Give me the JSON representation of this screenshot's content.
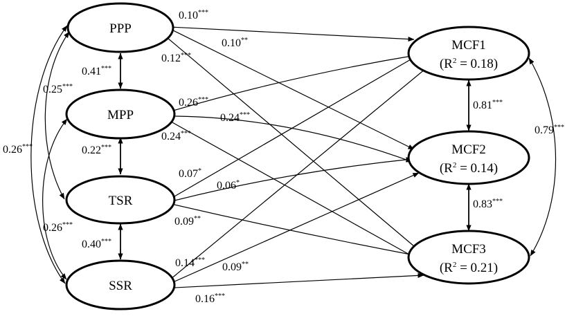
{
  "nodes": {
    "ppp": "PPP",
    "mpp": "MPP",
    "tsr": "TSR",
    "ssr": "SSR",
    "mcf1": {
      "label": "MCF1",
      "r2_prefix": "(R",
      "r2_sup": "2",
      "r2_suffix": " = 0.18)"
    },
    "mcf2": {
      "label": "MCF2",
      "r2_prefix": "(R",
      "r2_sup": "2",
      "r2_suffix": " = 0.14)"
    },
    "mcf3": {
      "label": "MCF3",
      "r2_prefix": "(R",
      "r2_sup": "2",
      "r2_suffix": " = 0.21)"
    }
  },
  "paths": {
    "ppp_mcf1": {
      "value": "0.10",
      "sig": "***"
    },
    "ppp_mcf2": {
      "value": "0.10",
      "sig": "**"
    },
    "ppp_mcf3": {
      "value": "0.12",
      "sig": "***"
    },
    "mpp_mcf1": {
      "value": "0.26",
      "sig": "***"
    },
    "mpp_mcf2": {
      "value": "0.24",
      "sig": "***"
    },
    "mpp_mcf3": {
      "value": "0.24",
      "sig": "***"
    },
    "tsr_mcf1": {
      "value": "0.07",
      "sig": "*"
    },
    "tsr_mcf2": {
      "value": "0.06",
      "sig": "*"
    },
    "tsr_mcf3": {
      "value": "0.09",
      "sig": "**"
    },
    "ssr_mcf1": {
      "value": "0.14",
      "sig": "***"
    },
    "ssr_mcf2": {
      "value": "0.09",
      "sig": "**"
    },
    "ssr_mcf3": {
      "value": "0.16",
      "sig": "***"
    }
  },
  "correlations": {
    "ppp_mpp": {
      "value": "0.41",
      "sig": "***"
    },
    "mpp_tsr": {
      "value": "0.22",
      "sig": "***"
    },
    "tsr_ssr": {
      "value": "0.40",
      "sig": "***"
    },
    "ppp_tsr": {
      "value": "0.25",
      "sig": "***"
    },
    "ppp_ssr": {
      "value": "0.26",
      "sig": "***"
    },
    "mpp_ssr": {
      "value": "0.26",
      "sig": "***"
    },
    "mcf1_mcf2": {
      "value": "0.81",
      "sig": "***"
    },
    "mcf2_mcf3": {
      "value": "0.83",
      "sig": "***"
    },
    "mcf1_mcf3": {
      "value": "0.79",
      "sig": "***"
    }
  }
}
